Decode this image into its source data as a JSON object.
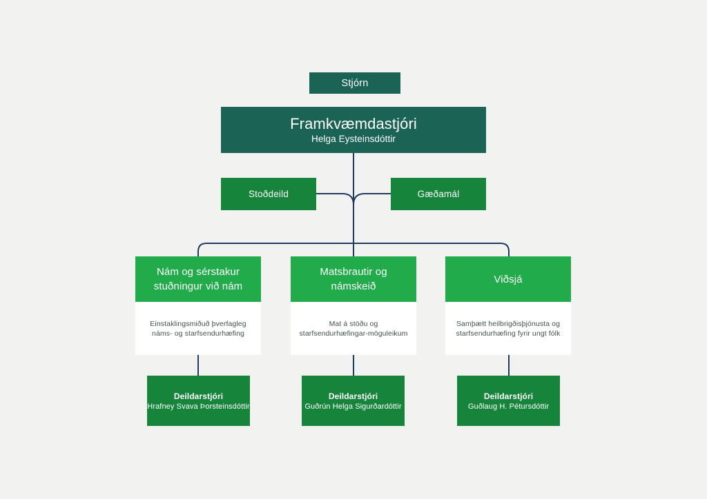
{
  "theme": {
    "background": "#f2f2f0",
    "dark_green": "#1b6354",
    "medium_green": "#17843c",
    "bright_green": "#22ab4b",
    "panel_white": "#ffffff",
    "connector": "#1f3a5f",
    "text_light": "#ffffff",
    "text_dark": "#41504d"
  },
  "org": {
    "board": {
      "title": "Stjórn"
    },
    "ceo": {
      "title": "Framkvæmdastjóri",
      "person": "Helga Eysteinsdóttir"
    },
    "support_units": [
      {
        "title": "Stoðdeild"
      },
      {
        "title": "Gæðamál"
      }
    ],
    "departments": [
      {
        "title": "Nám og sérstakur stuðningur við nám",
        "description": "Einstaklingsmiðuð þverfagleg náms- og starfsendurhæfing",
        "manager_role": "Deildarstjóri",
        "manager_name": "Hrafney Svava Þorsteinsdóttir"
      },
      {
        "title": "Matsbrautir og námskeið",
        "description": "Mat á stöðu og starfsendurhæfingar-möguleikum",
        "manager_role": "Deildarstjóri",
        "manager_name": "Guðrún Helga Sigurðardóttir"
      },
      {
        "title": "Viðsjá",
        "description": "Samþætt heilbrigðisþjónusta og starfsendurhæfing fyrir ungt fólk",
        "manager_role": "Deildarstjóri",
        "manager_name": "Guðlaug H. Pétursdóttir"
      }
    ]
  }
}
